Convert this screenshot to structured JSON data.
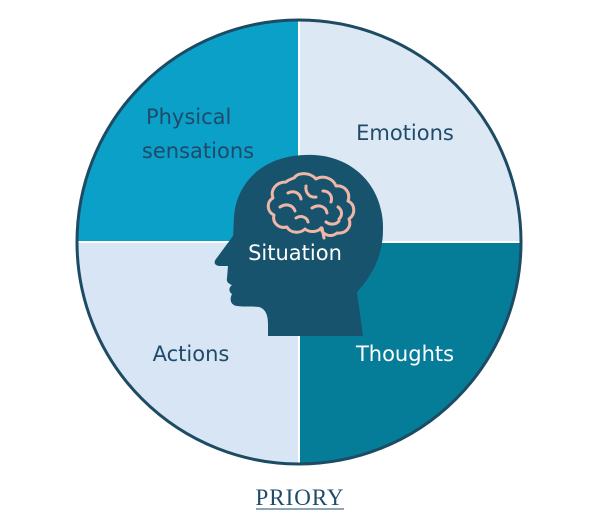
{
  "diagram": {
    "quadrants": [
      {
        "label_lines": [
          "Physical",
          "sensations"
        ]
      },
      {
        "label_lines": [
          "Emotions"
        ]
      },
      {
        "label_lines": [
          "Actions"
        ]
      },
      {
        "label_lines": [
          "Thoughts"
        ]
      }
    ],
    "center_label": "Situation",
    "colors": {
      "top_left": "#0aa0c8",
      "top_right": "#dce9f4",
      "bottom_left": "#d7e5f5",
      "bottom_right": "#067d98",
      "outline": "#1c4b63",
      "head": "#17536c",
      "brain": "#f0b7a9",
      "text_dark": "#1f4a6a",
      "text_light": "#ffffff"
    },
    "icons": {
      "head": "human-head-icon",
      "brain": "brain-icon"
    }
  },
  "logo": {
    "text": "PRIORY",
    "color": "#1f4a6a"
  }
}
